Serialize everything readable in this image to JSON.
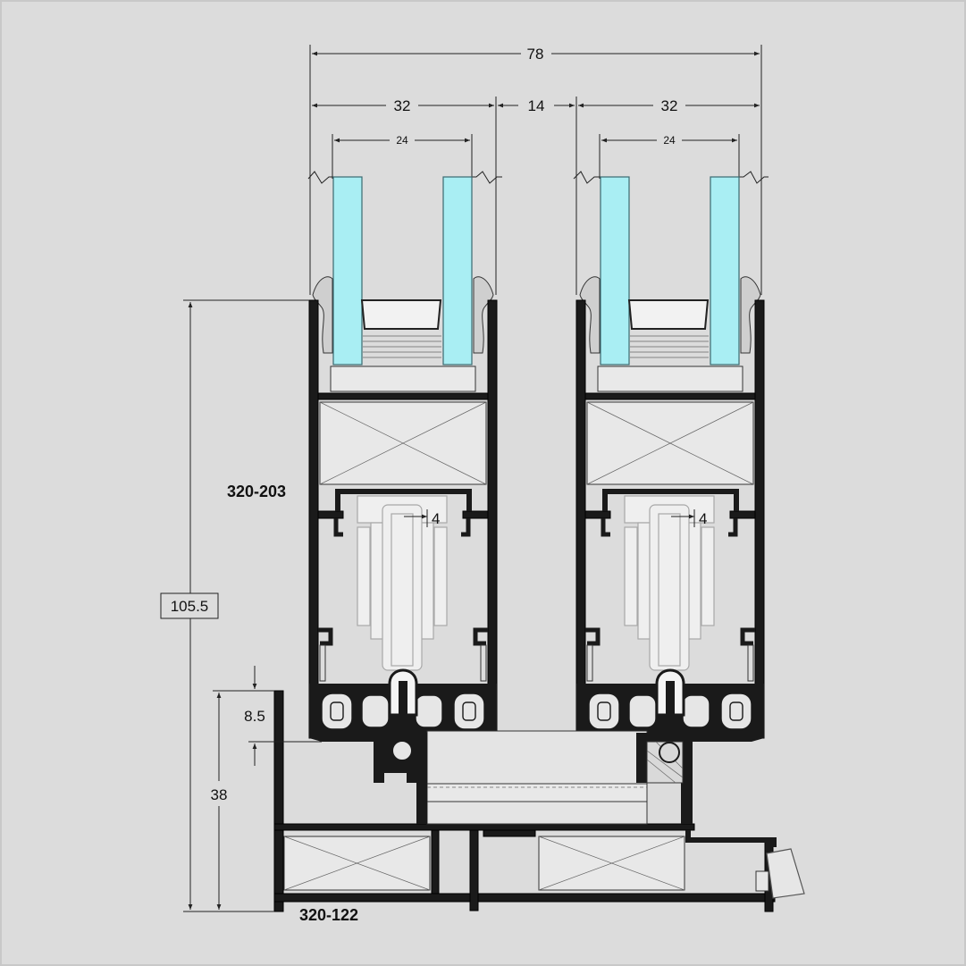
{
  "colors": {
    "background": "#dcdcdc",
    "profile": "#1a1a1a",
    "glass": "#a9eef3",
    "insulation": "#e8e8e8"
  },
  "dimensions": {
    "overall_width": "78",
    "left_sash_width": "32",
    "gap": "14",
    "right_sash_width": "32",
    "left_glass": "24",
    "right_glass": "24",
    "left_offset": "4",
    "right_offset": "4",
    "total_height": "105.5",
    "frame_height": "38",
    "overlap": "8.5"
  },
  "parts": {
    "sash_profile": "320-203",
    "frame_profile": "320-122"
  }
}
